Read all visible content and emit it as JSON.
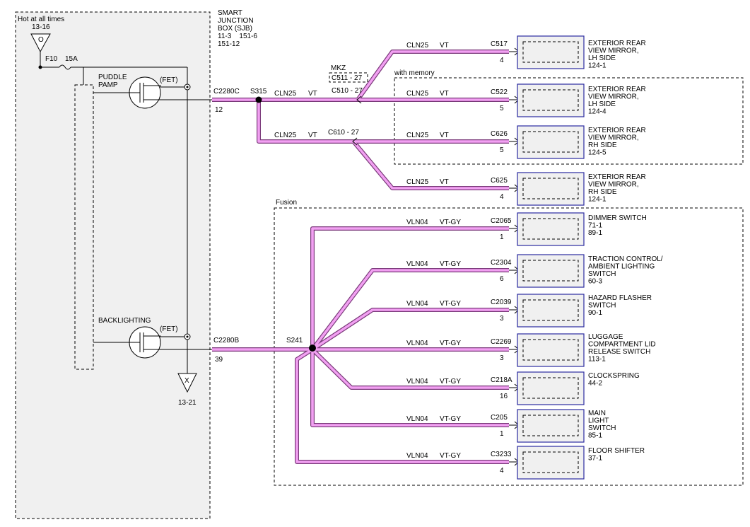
{
  "sjb": {
    "hot_label": "Hot at all times",
    "hot_ref": "13-16",
    "hot_symbol": "O",
    "fuse_id": "F10",
    "fuse_rating": "15A",
    "puddle_label_1": "PUDDLE",
    "puddle_label_2": "PAMP",
    "fet_label": "(FET)",
    "backlighting_label": "BACKLIGHTING",
    "ground_symbol": "X",
    "ground_ref": "13-21",
    "title_lines": [
      "SMART",
      "JUNCTION",
      "BOX (SJB)",
      "11-3    151-6",
      "151-12"
    ]
  },
  "upper": {
    "connector": "C2280C",
    "pin": "12",
    "splice": "S315",
    "wire_code": "CLN25",
    "wire_color": "VT",
    "mkz_label": "MKZ",
    "c511": "C511 - 27",
    "c510": "C510 - 27",
    "c610": "C610 - 27",
    "with_memory": "with memory",
    "branches": [
      {
        "wire": "CLN25",
        "color": "VT",
        "connector": "C517",
        "pin": "4",
        "lines": [
          "EXTERIOR REAR",
          "VIEW MIRROR,",
          "LH SIDE",
          "124-1"
        ]
      },
      {
        "wire": "CLN25",
        "color": "VT",
        "connector": "C522",
        "pin": "5",
        "lines": [
          "EXTERIOR REAR",
          "VIEW MIRROR,",
          "LH SIDE",
          "124-4"
        ]
      },
      {
        "wire": "CLN25",
        "color": "VT",
        "connector": "C626",
        "pin": "5",
        "lines": [
          "EXTERIOR REAR",
          "VIEW MIRROR,",
          "RH SIDE",
          "124-5"
        ]
      },
      {
        "wire": "CLN25",
        "color": "VT",
        "connector": "C625",
        "pin": "4",
        "lines": [
          "EXTERIOR REAR",
          "VIEW MIRROR,",
          "RH SIDE",
          "124-1"
        ]
      }
    ]
  },
  "lower": {
    "connector": "C2280B",
    "pin": "39",
    "splice": "S241",
    "fusion_label": "Fusion",
    "branches": [
      {
        "wire": "VLN04",
        "color": "VT-GY",
        "connector": "C2065",
        "pin": "1",
        "lines": [
          "DIMMER SWITCH",
          "71-1",
          "89-1"
        ]
      },
      {
        "wire": "VLN04",
        "color": "VT-GY",
        "connector": "C2304",
        "pin": "6",
        "lines": [
          "TRACTION CONTROL/",
          "AMBIENT LIGHTING",
          "SWITCH",
          "60-3"
        ]
      },
      {
        "wire": "VLN04",
        "color": "VT-GY",
        "connector": "C2039",
        "pin": "3",
        "lines": [
          "HAZARD FLASHER",
          "SWITCH",
          "90-1"
        ]
      },
      {
        "wire": "VLN04",
        "color": "VT-GY",
        "connector": "C2269",
        "pin": "3",
        "lines": [
          "LUGGAGE",
          "COMPARTMENT LID",
          "RELEASE SWITCH",
          "113-1"
        ]
      },
      {
        "wire": "VLN04",
        "color": "VT-GY",
        "connector": "C218A",
        "pin": "16",
        "lines": [
          "CLOCKSPRING",
          "44-2"
        ]
      },
      {
        "wire": "VLN04",
        "color": "VT-GY",
        "connector": "C205",
        "pin": "1",
        "lines": [
          "MAIN",
          "LIGHT",
          "SWITCH",
          "85-1"
        ]
      },
      {
        "wire": "VLN04",
        "color": "VT-GY",
        "connector": "C3233",
        "pin": "4",
        "lines": [
          "FLOOR SHIFTER",
          "37-1"
        ]
      }
    ]
  },
  "colors": {
    "vt_wire": "#f2a0f2",
    "wire_outline": "#7a3a7a",
    "component_border": "#2a2aa0",
    "panel_fill": "#f0f0f0"
  }
}
